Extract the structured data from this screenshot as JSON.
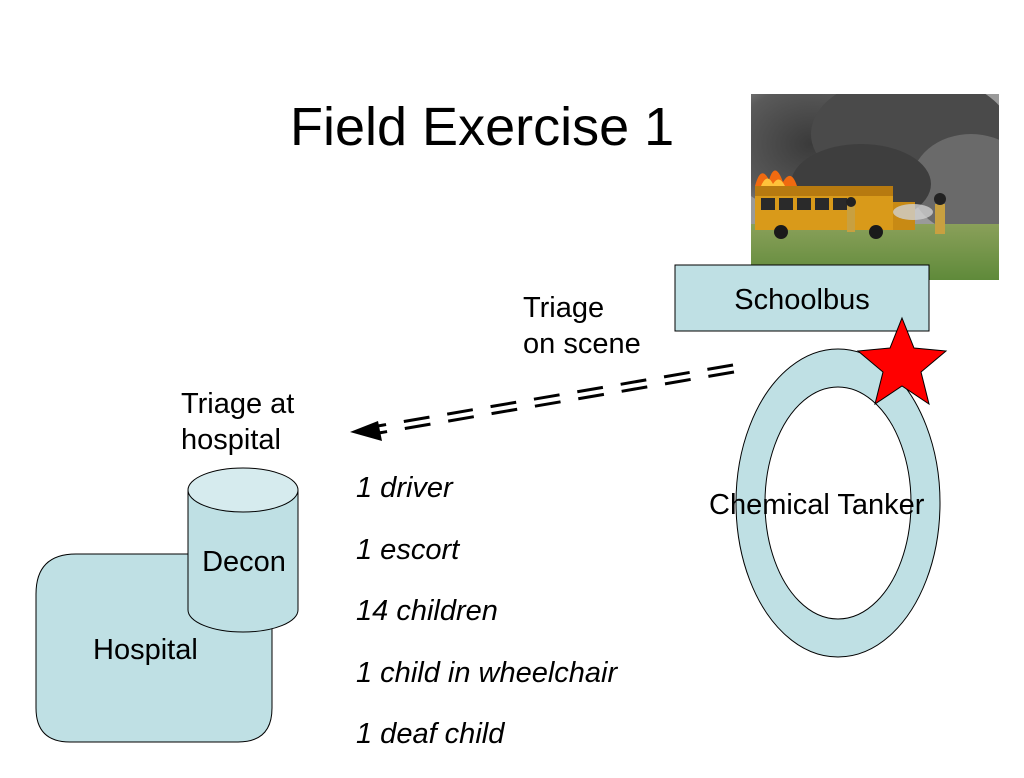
{
  "slide": {
    "title": "Field Exercise 1"
  },
  "photo": {
    "icon": "burning-schoolbus-photo"
  },
  "labels": {
    "schoolbus": "Schoolbus",
    "triage_scene_line1": "Triage",
    "triage_scene_line2": "on scene",
    "triage_hospital_line1": "Triage at",
    "triage_hospital_line2": "hospital",
    "chemical_tanker": "Chemical Tanker",
    "decon": "Decon",
    "hospital": "Hospital"
  },
  "occupants": [
    "1 driver",
    "1 escort",
    "14 children",
    "1 child in wheelchair",
    "1 deaf child"
  ],
  "colors": {
    "shape_fill": "#bfe0e4",
    "decon_top_fill": "#d6ebee",
    "star_fill": "#ff0000",
    "outline": "#000000"
  }
}
